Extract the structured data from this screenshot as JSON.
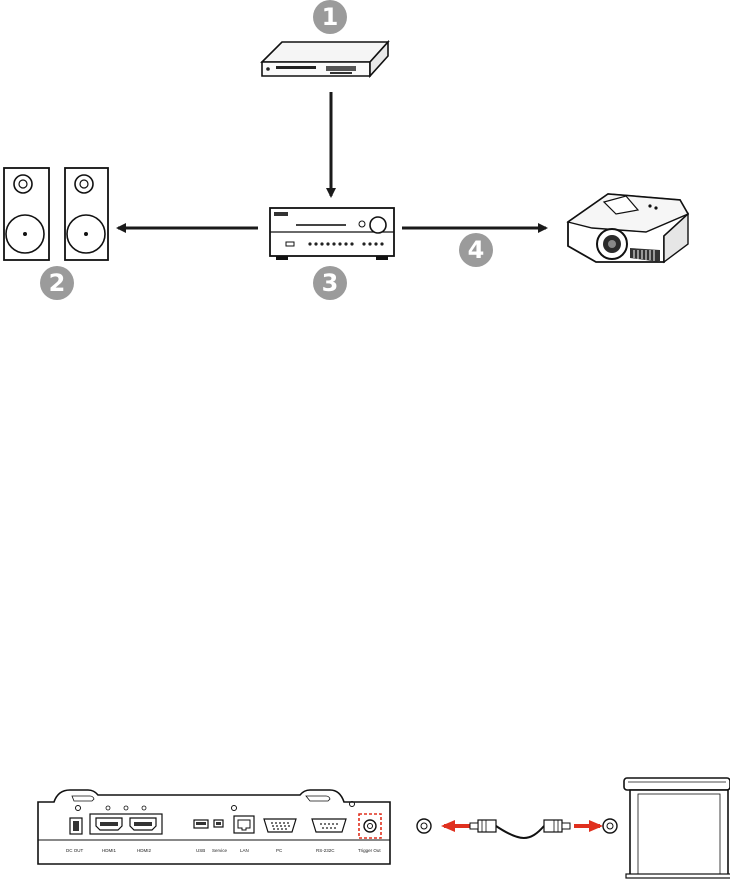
{
  "callouts": {
    "one": "1",
    "two": "2",
    "three": "3",
    "four": "4"
  },
  "ports": {
    "dc_out": "DC OUT",
    "hdmi1": "HDMI1",
    "hdmi2": "HDMI2",
    "usb": "USB",
    "service": "Service",
    "lan": "LAN",
    "pc": "PC",
    "rs232c": "RS-232C",
    "trigger_out": "Trigger Out"
  },
  "colors": {
    "callout": "#9b9b9b",
    "arrow": "#1a1a1a",
    "highlight": "#e0301e"
  }
}
